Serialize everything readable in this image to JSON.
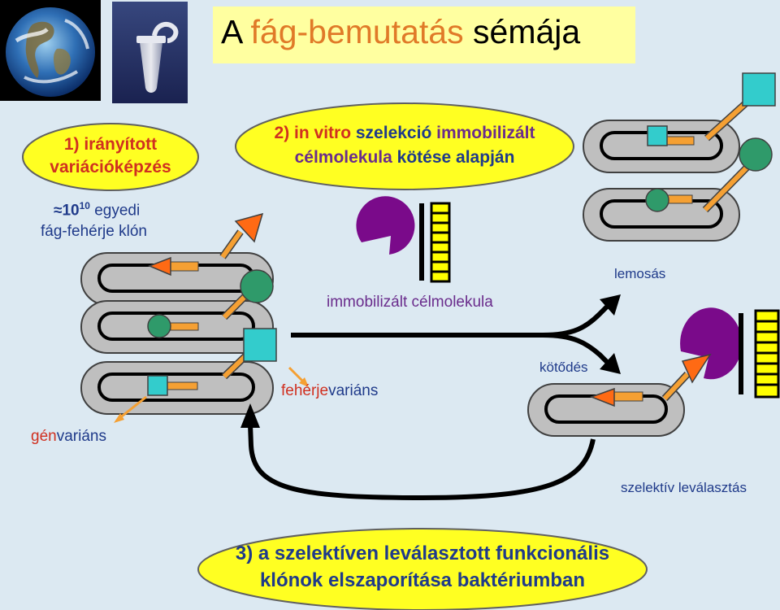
{
  "title": {
    "prefix": "A",
    "highlight": "fág-bemutatás",
    "suffix": "sémája"
  },
  "steps": {
    "step1_line1": "1) irányított",
    "step1_line2": "variációképzés",
    "step2_line1_a": "2) in vitro",
    "step2_line1_b": "szelekció",
    "step2_line1_c": "immobilizált",
    "step2_line2_a": "célmolekula",
    "step2_line2_b": "kötése alapján",
    "step3_line1": "3) a szelektíven leválasztott funkcionális",
    "step3_line2": "klónok elszaporítása baktériumban"
  },
  "labels": {
    "approx": "≈",
    "clone_base": "10",
    "clone_exp": "10",
    "clone_rest": "egyedi",
    "clone_line2": "fág-fehérje klón",
    "gene_variant_a": "gén",
    "gene_variant_b": "variáns",
    "protein_variant_a": "fehérje",
    "protein_variant_b": "variáns",
    "immobilized_target": "immobilizált célmolekula",
    "wash": "lemosás",
    "binding": "kötődés",
    "selective_elution": "szelektív leválasztás"
  },
  "colors": {
    "background": "#dce9f2",
    "title_box": "#ffffa0",
    "oval_fill": "#ffff22",
    "accent_orange": "#e07a28",
    "red_text": "#d03020",
    "blue_text": "#1f3a8a",
    "purple_text": "#6a2c8c",
    "phage_body": "#bfbfbf",
    "target_purple": "#7a0a8a",
    "target_bar": "#ffff00",
    "square_cyan": "#33cccc",
    "circle_green": "#2f9a6a",
    "triangle_orange": "#ff6a14",
    "linker_orange": "#f5a033"
  },
  "images": [
    "earth-photo",
    "tube-photo"
  ]
}
